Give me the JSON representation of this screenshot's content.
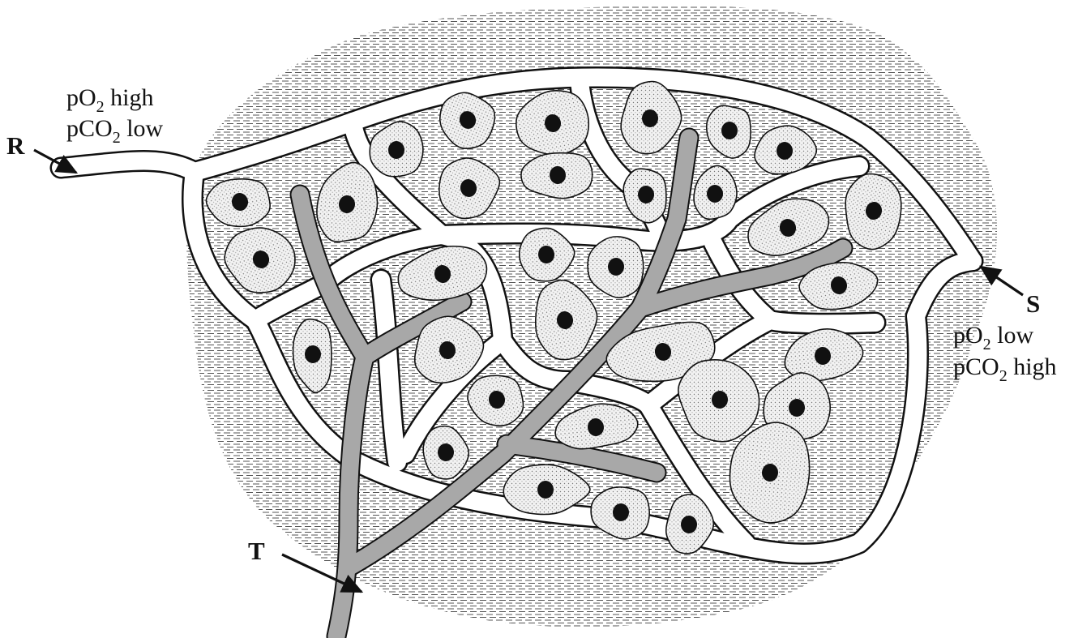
{
  "labels": {
    "R": "R",
    "S": "S",
    "T": "T",
    "r_po2_prefix": "pO",
    "r_po2_sub": "2",
    "r_po2_suffix": " high",
    "r_pco2_prefix": "pCO",
    "r_pco2_sub": "2",
    "r_pco2_suffix": " low",
    "s_po2_prefix": "pO",
    "s_po2_sub": "2",
    "s_po2_suffix": " low",
    "s_pco2_prefix": "pCO",
    "s_pco2_sub": "2",
    "s_pco2_suffix": " high"
  },
  "colors": {
    "tissue": "#d9d9d9",
    "capillary": "#ffffff",
    "lymph": "#a8a8a8",
    "cell_fill": "#eeeeee",
    "nucleus": "#111111",
    "outline": "#111111"
  }
}
